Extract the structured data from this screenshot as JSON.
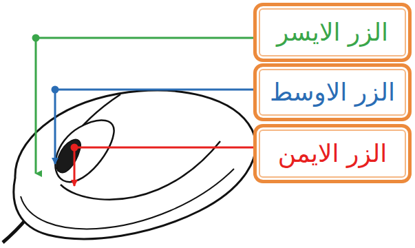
{
  "diagram": {
    "nodes": [
      {
        "text": [
          "الزر الايسر"
        ]
      },
      {
        "text": [
          "الزر الاوسط"
        ]
      },
      {
        "text": [
          "الزر الايمن"
        ]
      }
    ]
  }
}
